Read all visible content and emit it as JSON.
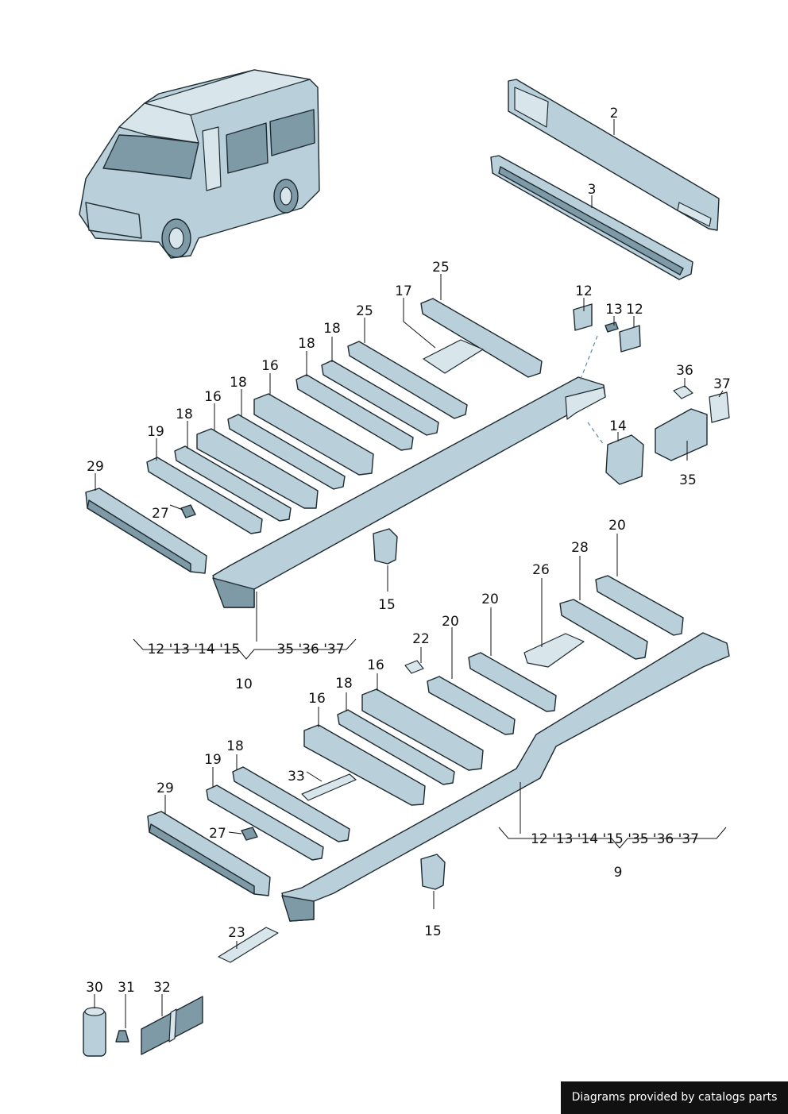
{
  "labels": {
    "l2": "2",
    "l3": "3",
    "l25a": "25",
    "l17": "17",
    "l25b": "25",
    "l12a": "12",
    "l13": "13",
    "l12b": "12",
    "l36": "36",
    "l37": "37",
    "l14": "14",
    "l35": "35",
    "l18a": "18",
    "l18b": "18",
    "l16a": "16",
    "l18c": "18",
    "l16b": "16",
    "l18d": "18",
    "l19a": "19",
    "l29a": "29",
    "l27a": "27",
    "l15a": "15",
    "g10_refs_left": "12 '13 '14 '15",
    "g10_refs_right": "35 '36 '37",
    "g10": "10",
    "l20a": "20",
    "l28": "28",
    "l26": "26",
    "l20b": "20",
    "l22": "22",
    "l20c": "20",
    "l16c": "16",
    "l18e": "18",
    "l16d": "16",
    "l18f": "18",
    "l19b": "19",
    "l33": "33",
    "l29b": "29",
    "l27b": "27",
    "g9_refs": "12 '13 '14 '15 '35  '36 '37",
    "g9": "9",
    "l15b": "15",
    "l23": "23",
    "l30": "30",
    "l31": "31",
    "l32": "32"
  },
  "footer": {
    "credit": "Diagrams provided by catalogs parts"
  },
  "colors": {
    "part_fill": "#b9cfd9",
    "part_dark": "#7f9aa7",
    "outline": "#1d2a30",
    "footer_bg": "#111111"
  }
}
